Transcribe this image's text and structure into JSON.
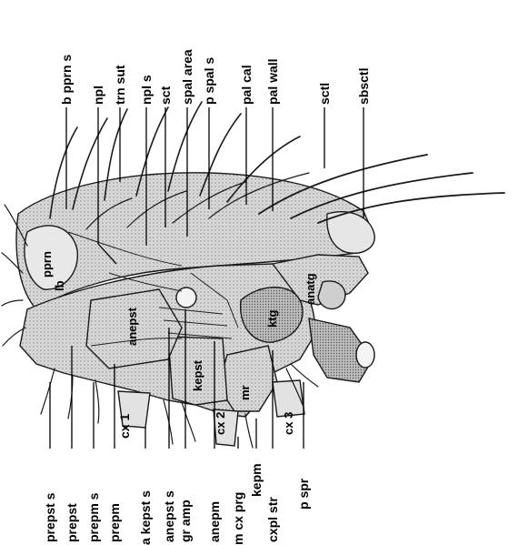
{
  "diagram": {
    "top_labels": [
      {
        "key": "b_pprn_s",
        "text": "b pprn s"
      },
      {
        "key": "npl",
        "text": "npl"
      },
      {
        "key": "trn_sut",
        "text": "trn sut"
      },
      {
        "key": "npl_s",
        "text": "npl s"
      },
      {
        "key": "sct",
        "text": "sct"
      },
      {
        "key": "spal_area",
        "text": "spal area"
      },
      {
        "key": "p_spal_s",
        "text": "p spal s"
      },
      {
        "key": "pal_cal",
        "text": "pal cal"
      },
      {
        "key": "pal_wall",
        "text": "pal wall"
      },
      {
        "key": "sctl",
        "text": "sctl"
      },
      {
        "key": "sbsctl",
        "text": "sbsctl"
      }
    ],
    "bottom_labels": [
      {
        "key": "prepst_s",
        "text": "prepst s"
      },
      {
        "key": "prepst",
        "text": "prepst"
      },
      {
        "key": "prepm_s",
        "text": "prepm s"
      },
      {
        "key": "prepm",
        "text": "prepm"
      },
      {
        "key": "cx_1",
        "text": "cx 1"
      },
      {
        "key": "a_kepst_s",
        "text": "a kepst s"
      },
      {
        "key": "anepst_s",
        "text": "anepst s"
      },
      {
        "key": "gr_amp",
        "text": "gr amp"
      },
      {
        "key": "anepm",
        "text": "anepm"
      },
      {
        "key": "m_cx_prg",
        "text": "m cx prg"
      },
      {
        "key": "kepm",
        "text": "kepm"
      },
      {
        "key": "cxpl_str",
        "text": "cxpl str"
      },
      {
        "key": "p_spr",
        "text": "p spr"
      }
    ],
    "inner_labels": [
      {
        "key": "pprn",
        "text": "pprn"
      },
      {
        "key": "lb",
        "text": "lb"
      },
      {
        "key": "anepst",
        "text": "anepst"
      },
      {
        "key": "kepst",
        "text": "kepst"
      },
      {
        "key": "cx_2",
        "text": "cx 2"
      },
      {
        "key": "mr",
        "text": "mr"
      },
      {
        "key": "cx_3",
        "text": "cx 3"
      },
      {
        "key": "ktg",
        "text": "ktg"
      },
      {
        "key": "anatg",
        "text": "anatg"
      }
    ]
  }
}
